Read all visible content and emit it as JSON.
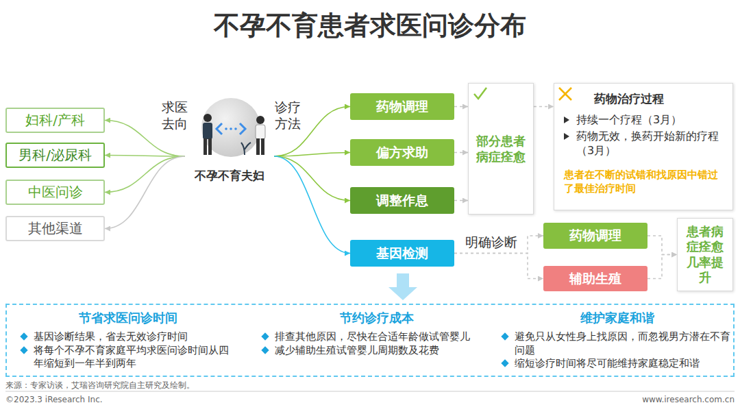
{
  "diagram": {
    "title": "不孕不育患者求医问诊分布",
    "nodes": [
      {
        "text": [
          "妇科/产科"
        ]
      },
      {
        "text": [
          "男科/泌尿科"
        ]
      },
      {
        "text": [
          "中医问诊"
        ]
      },
      {
        "text": [
          "其他渠道"
        ]
      },
      {
        "text": [
          "不孕不育夫妇"
        ]
      },
      {
        "text": [
          "药物调理"
        ]
      },
      {
        "text": [
          "偏方求助"
        ]
      },
      {
        "text": [
          "调整作息"
        ]
      },
      {
        "text": [
          "基因检测"
        ]
      },
      {
        "text": [
          "部分患者病症痊愈"
        ]
      },
      {
        "text": [
          "药物治疗过程",
          "持续一个疗程（3月）",
          "药物无效，换药开始新的疗程（3月）",
          "患者在不断的试错和找原因中错过了最佳治疗时间"
        ]
      },
      {
        "text": [
          "药物调理"
        ]
      },
      {
        "text": [
          "辅助生殖"
        ]
      },
      {
        "text": [
          "患者病症痊愈几率提升"
        ]
      },
      {
        "text": [
          "节省求医问诊时间",
          "基因诊断结果，省去无效诊疗时间",
          "将每个不孕不育家庭平均求医问诊时间从四年缩短到一年半到两年"
        ]
      },
      {
        "text": [
          "节约诊疗成本",
          "排查其他原因，尽快在合适年龄做试管婴儿",
          "减少辅助生殖试管婴儿周期数及花费"
        ]
      },
      {
        "text": [
          "维护家庭和谐",
          "避免只从女性身上找原因，而忽视男方潜在不育问题",
          "缩短诊疗时间将尽可能维持家庭稳定和谐"
        ]
      }
    ],
    "edges": [
      {
        "from": 4,
        "to": 0,
        "arrow": "to"
      },
      {
        "from": 4,
        "to": 1,
        "arrow": "to"
      },
      {
        "from": 4,
        "to": 2,
        "arrow": "to"
      },
      {
        "from": 4,
        "to": 3,
        "arrow": "to"
      },
      {
        "from": 4,
        "to": 5,
        "arrow": "to"
      },
      {
        "from": 4,
        "to": 6,
        "arrow": "to"
      },
      {
        "from": 4,
        "to": 7,
        "arrow": "to"
      },
      {
        "from": 4,
        "to": 8,
        "arrow": "to"
      },
      {
        "from": 5,
        "to": 9,
        "arrow": "to"
      },
      {
        "from": 6,
        "to": 9,
        "arrow": "to"
      },
      {
        "from": 7,
        "to": 9,
        "arrow": "to"
      },
      {
        "from": 9,
        "to": 10,
        "arrow": "to"
      },
      {
        "from": 8,
        "to": 11,
        "label": "明确诊断",
        "arrow": "to"
      },
      {
        "from": 8,
        "to": 12,
        "arrow": "to"
      },
      {
        "from": 11,
        "to": 13,
        "arrow": "to"
      },
      {
        "from": 12,
        "to": 13,
        "arrow": "to"
      }
    ],
    "labels": [
      "求医 去向",
      "诊疗 方法",
      "来源：专家访谈，艾瑞咨询研究院自主研究及绘制。",
      "©2023.3 iResearch Inc.",
      "www.iresearch.com.cn"
    ]
  }
}
